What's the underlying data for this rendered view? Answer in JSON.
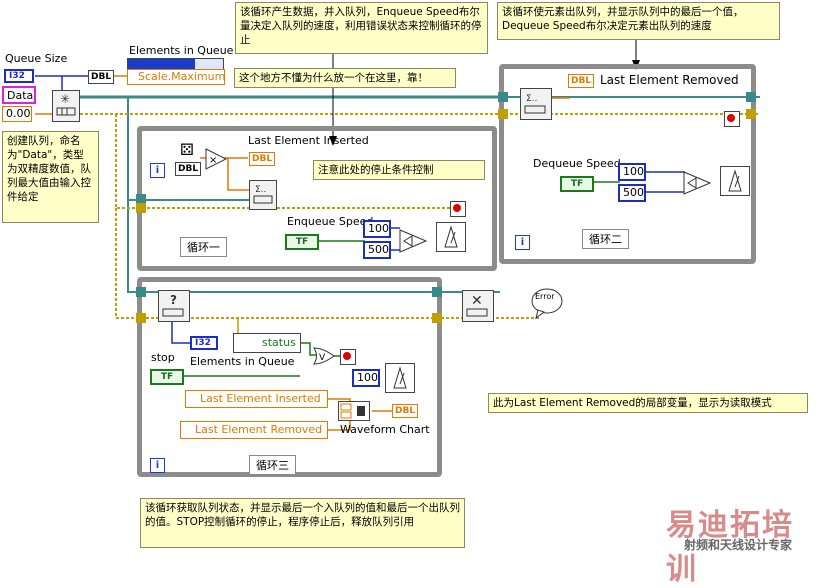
{
  "notes": {
    "loop1_desc": "该循环产生数据，并入队列，Enqueue Speed布尔量决定入队列的速度，利用错误状态来控制循环的停止",
    "loop2_desc": "该循环使元素出队列，并显示队列中的最后一个值，Dequeue Speed布尔决定元素出队列的速度",
    "whats_this": "这个地方不懂为什么放一个在这里，靠！",
    "create_queue": "创建队列，命名为\"Data\"，类型为双精度数值，队列最大值由输入控件给定",
    "stop_note": "注意此处的停止条件控制",
    "local_var_note": "此为Last Element Removed的局部变量，显示为读取模式",
    "loop3_desc": "该循环获取队列状态，并显示最后一个入队列的值和最后一个出队列的值。STOP控制循环的停止，程序停止后，释放队列引用"
  },
  "labels": {
    "queue_size": "Queue Size",
    "data": "Data",
    "zero": "0.00",
    "i32": "I32",
    "dbl": "DBL",
    "elements_in_queue": "Elements in Queue",
    "scale_maximum": "Scale.Maximum",
    "last_element_inserted": "Last Element Inserted",
    "last_element_removed": "Last Element Removed",
    "enqueue_speed": "Enqueue Speed",
    "dequeue_speed": "Dequeue Speed",
    "tf": "TF",
    "val_100": "100",
    "val_500": "500",
    "stop": "stop",
    "status": "status",
    "elements_in_queue2": "Elements in Queue",
    "local_inserted": "Last Element Inserted",
    "local_removed": "Last Element Removed",
    "waveform_chart": "Waveform Chart",
    "error": "Error"
  },
  "loops": {
    "loop1": "循环一",
    "loop2": "循环二",
    "loop3": "循环三"
  },
  "watermark": {
    "brand": "易迪拓培训",
    "sub": "射频和天线设计专家"
  },
  "colors": {
    "double_wire": "#e07a00",
    "int_wire": "#1a2fbf",
    "bool_wire": "#1a7a1a",
    "error_wire": "#bfa000",
    "queue_wire": "#3a8a8a",
    "loop_border": "#8c8c8c"
  }
}
